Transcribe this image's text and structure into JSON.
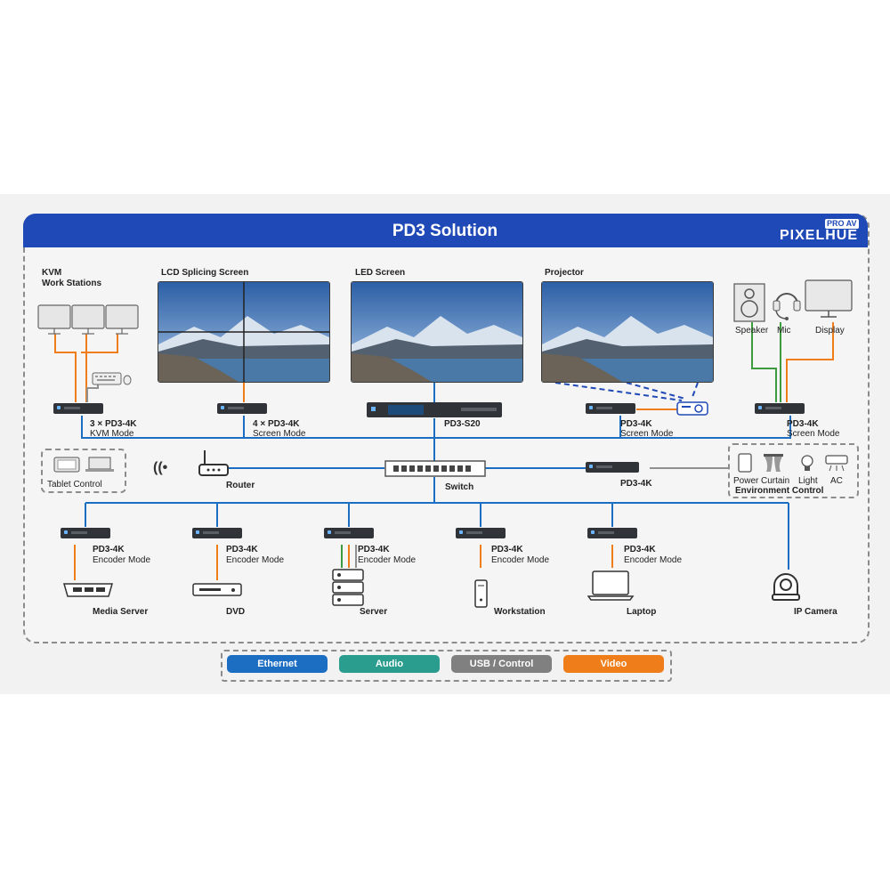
{
  "header": {
    "title": "PD3 Solution",
    "brand": "PIXELHUE",
    "brand_tag": "PRO AV"
  },
  "sections": {
    "kvm": "KVM\nWork Stations",
    "lcd": "LCD Splicing Screen",
    "led": "LED Screen",
    "projector": "Projector"
  },
  "top_devices": {
    "kvm_label": "3 × PD3-4K",
    "kvm_mode": "KVM Mode",
    "lcd_label": "4 × PD3-4K",
    "lcd_mode": "Screen Mode",
    "s20_label": "PD3-S20",
    "proj_label": "PD3-4K",
    "proj_mode": "Screen Mode",
    "av_label": "PD3-4K",
    "av_mode": "Screen Mode"
  },
  "av_peripherals": {
    "speaker": "Speaker",
    "mic": "Mic",
    "display": "Display"
  },
  "middle": {
    "tablet": "Tablet Control",
    "router": "Router",
    "switch": "Switch",
    "pd3": "PD3-4K"
  },
  "environment": {
    "title": "Environment Control",
    "items": [
      "Power",
      "Curtain",
      "Light",
      "AC"
    ]
  },
  "encoders": [
    {
      "label": "PD3-4K",
      "mode": "Encoder Mode",
      "source": "Media Server"
    },
    {
      "label": "PD3-4K",
      "mode": "Encoder Mode",
      "source": "DVD"
    },
    {
      "label": "PD3-4K",
      "mode": "Encoder Mode",
      "source": "Server"
    },
    {
      "label": "PD3-4K",
      "mode": "Encoder Mode",
      "source": "Workstation"
    },
    {
      "label": "PD3-4K",
      "mode": "Encoder Mode",
      "source": "Laptop"
    }
  ],
  "ip_camera": "IP Camera",
  "legend": [
    {
      "label": "Ethernet",
      "color": "#1b6ec2"
    },
    {
      "label": "Audio",
      "color": "#2a9d8f"
    },
    {
      "label": "USB / Control",
      "color": "#808080"
    },
    {
      "label": "Video",
      "color": "#ef7d1a"
    }
  ],
  "colors": {
    "ethernet": "#1b6ec2",
    "audio": "#3e9a3e",
    "usb": "#909090",
    "video": "#ef7d1a",
    "header": "#1f49b6"
  }
}
